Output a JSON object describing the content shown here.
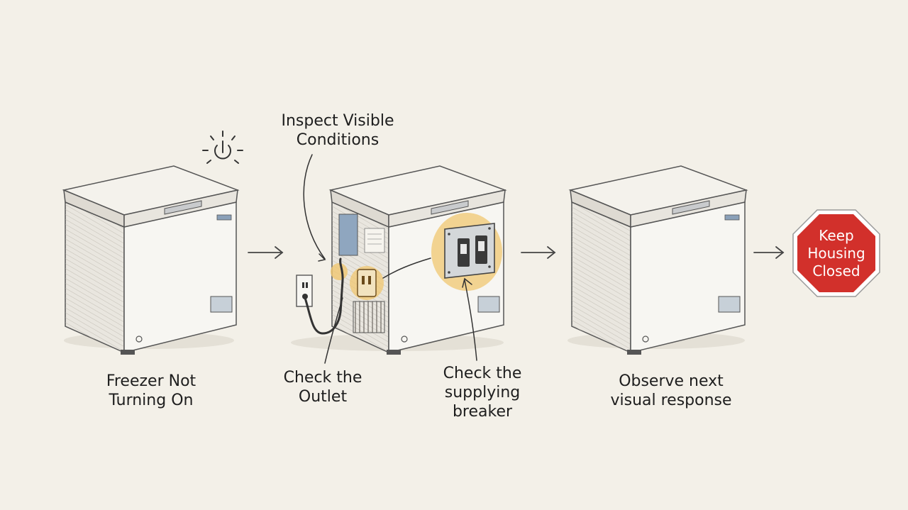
{
  "diagram": {
    "steps": [
      {
        "id": "freezer-not-turning-on",
        "label": "Freezer Not\nTurning On"
      },
      {
        "id": "inspect-visible-conditions",
        "label": "Inspect Visible\nConditions"
      },
      {
        "id": "check-the-outlet",
        "label": "Check the\nOutlet"
      },
      {
        "id": "check-supplying-breaker",
        "label": "Check the\nsupplying\nbreaker"
      },
      {
        "id": "observe-next-visual-response",
        "label": "Observe next\nvisual response"
      }
    ],
    "stop_sign": {
      "label": "Keep\nHousing\nClosed",
      "color": "#d2302b"
    },
    "highlight_color": "#f0c770",
    "icons": [
      "power-icon",
      "chest-freezer-icon",
      "outlet-icon",
      "breaker-panel-icon",
      "arrow-icon",
      "stop-sign-icon"
    ]
  }
}
